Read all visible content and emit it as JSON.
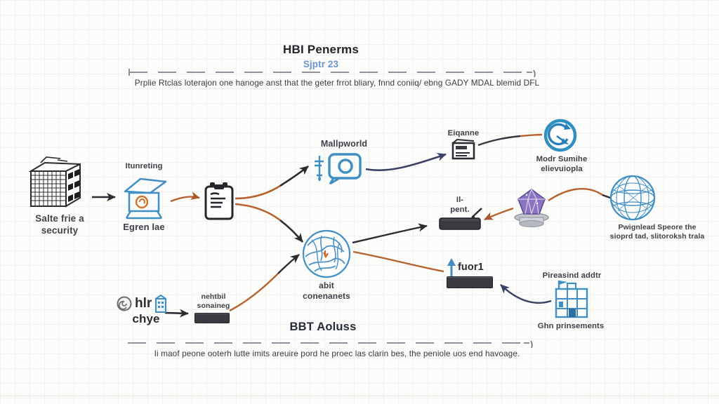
{
  "top": {
    "title": "HBI Penerms",
    "subtitle": "Sjptr 23",
    "caption": "Prplie Rtclas loterajon one hanoge anst that the geter frrot bliary, fnnd coniiq/ ebng GADY MDAL blemid DFL"
  },
  "bottom": {
    "title": "BBT Aoluss",
    "caption": "Ii maof peone ooterh lutte imits areuire pord he proec las clarin bes, the peniole uos end havoage."
  },
  "nodes": {
    "source_building": {
      "label": "Salte frie a\nsecurity"
    },
    "open_box": {
      "top_label": "Itunreting",
      "bottom_label": "Egren lae"
    },
    "mallpworld": {
      "label": "Mallpworld"
    },
    "eiqanne": {
      "label": "Eiqanne"
    },
    "model_cycle": {
      "label": "Modr Sumihe\nelievuiopla"
    },
    "globe": {
      "label": "abit\nconenanets"
    },
    "pent": {
      "label": "Il-\npent."
    },
    "right_globe": {
      "label": "Pwignlead Speore the\nsioprd tad, slitoroksh trala"
    },
    "fuor": {
      "label": "fuor1"
    },
    "factory": {
      "top_label": "Pireasind addtr",
      "bottom_label": "Ghn prinsements"
    },
    "hlr": {
      "line1": "hlr",
      "line2": "chye"
    },
    "bottom_bar": {
      "label": "nehtbil\nsonaineg"
    }
  },
  "colors": {
    "accent_blue": "#3f8fc4",
    "accent_orange": "#b5622e",
    "dark": "#2b2b31",
    "navy": "#3c4166",
    "purple": "#8a74c0",
    "subtitle_blue": "#6b93cc"
  },
  "icons": {
    "building-grid-icon": "3d building with gridded facade",
    "open-box-icon": "open carton with orange emblem on stand",
    "clipboard-icon": "clipboard with bolts and lines",
    "flow-valve-icon": "small valve / divider symbol",
    "loop-frame-icon": "rounded frame with circle and tail",
    "document-icon": "small document card",
    "refresh-circle-icon": "circular arrows in ring",
    "pen-bar-icon": "dark bar with pen",
    "crystal-hologram-icon": "purple crystal on pedestal",
    "scribble-globe-icon": "sketched sphere",
    "wireframe-globe-icon": "wireframe sphere",
    "up-arrow-icon": "blue arrow pointing up",
    "factory-icon": "blue building with flag",
    "at-badge-icon": "at-sign badge",
    "mini-building-icon": "small blue building"
  }
}
